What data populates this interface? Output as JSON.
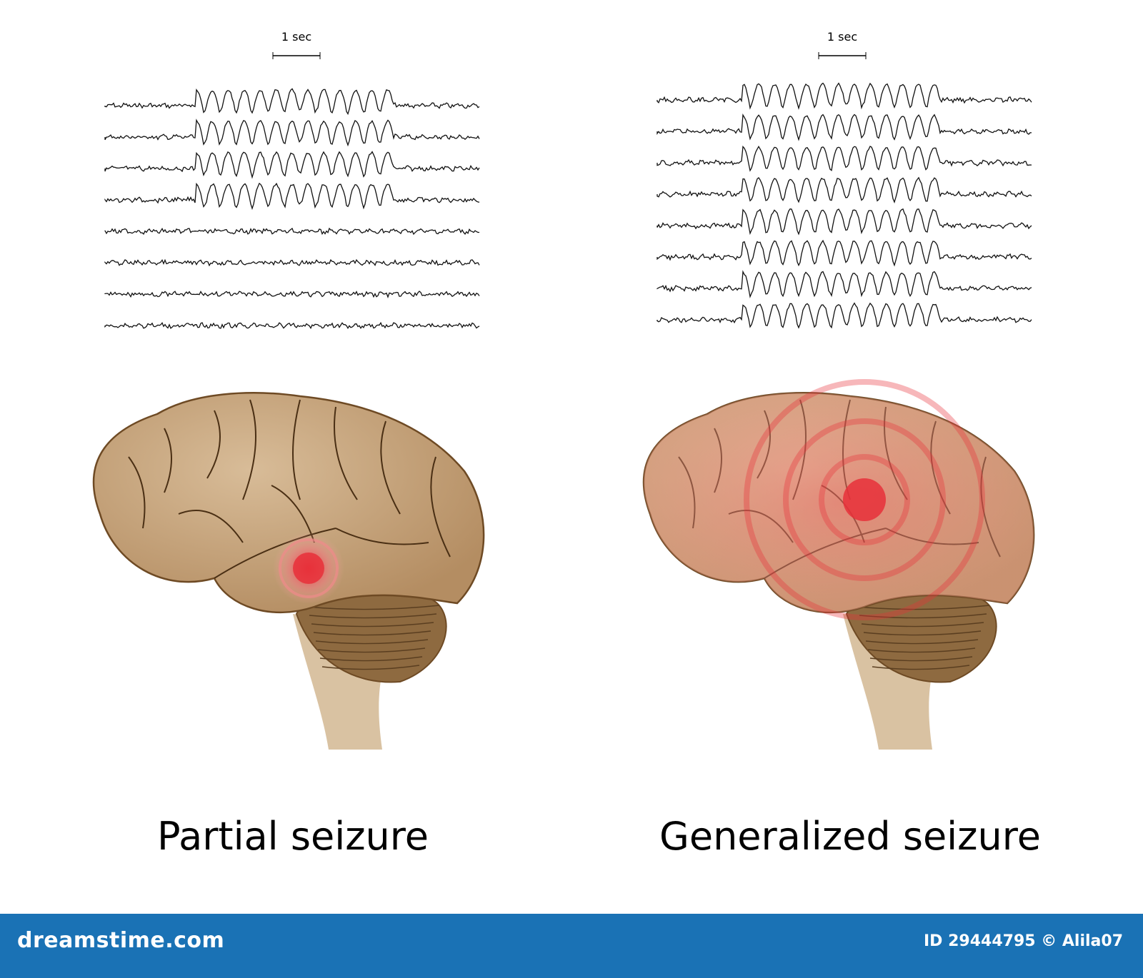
{
  "panels": [
    {
      "id": "partial",
      "scale_label": "1 sec",
      "caption": "Partial seizure",
      "trace_count": 8,
      "affected_traces": 4
    },
    {
      "id": "generalized",
      "scale_label": "1 sec",
      "caption": "Generalized seizure",
      "trace_count": 8,
      "affected_traces": 8
    }
  ],
  "footer": {
    "brand": "dreamstime.com",
    "credit": "ID 29444795 © Alila07"
  },
  "colors": {
    "brain": "#c4a27c",
    "brain_outline": "#6e4a24",
    "cerebellum": "#8e6a40",
    "brainstem": "#d9c2a2",
    "focus": "#e8303a",
    "footer": "#1a72b5"
  }
}
